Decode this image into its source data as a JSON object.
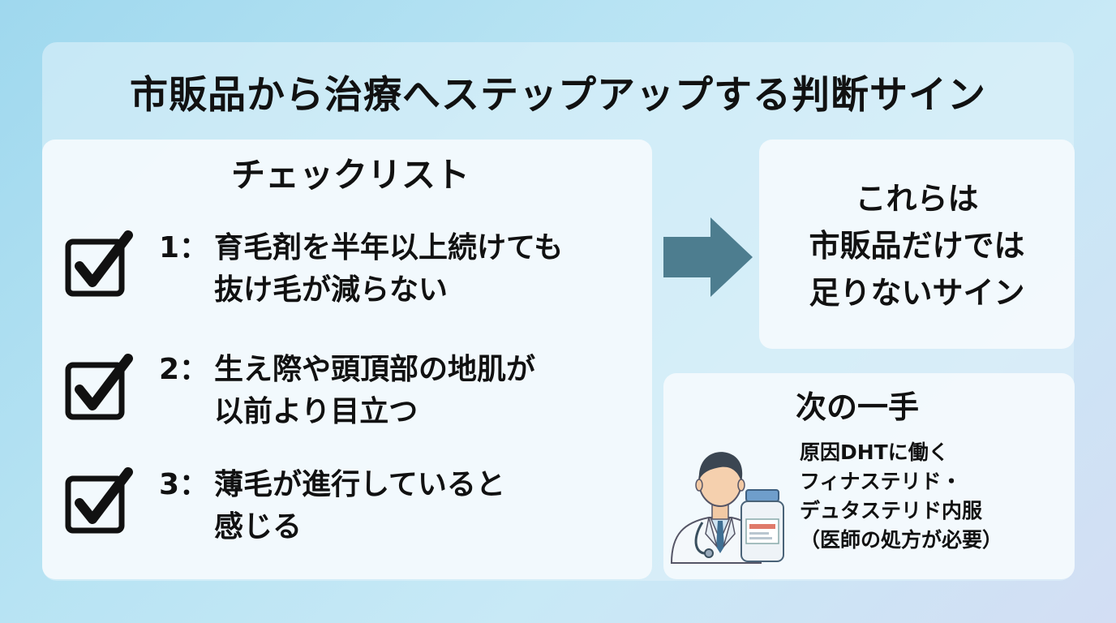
{
  "title": "市販品から治療へステップアップする判断サイン",
  "checklist": {
    "title": "チェックリスト",
    "items": [
      {
        "num": "1：",
        "text": "育毛剤を半年以上続けても\n抜け毛が減らない"
      },
      {
        "num": "2：",
        "text": "生え際や頭頂部の地肌が\n以前より目立つ"
      },
      {
        "num": "3：",
        "text": "薄毛が進行していると\n感じる"
      }
    ]
  },
  "conclusion": {
    "text": "これらは\n市販品だけでは\n足りないサイン"
  },
  "next_step": {
    "title": "次の一手",
    "text": "原因DHTに働く\nフィナステリド・\nデュタステリド内服\n（医師の処方が必要）"
  },
  "icons": {
    "check": "checkbox-checked-icon",
    "arrow": "arrow-right-icon",
    "doctor": "doctor-with-medicine-icon"
  },
  "colors": {
    "arrow": "#4d7d8f",
    "check": "#111111",
    "label_red": "#e07a6a"
  }
}
